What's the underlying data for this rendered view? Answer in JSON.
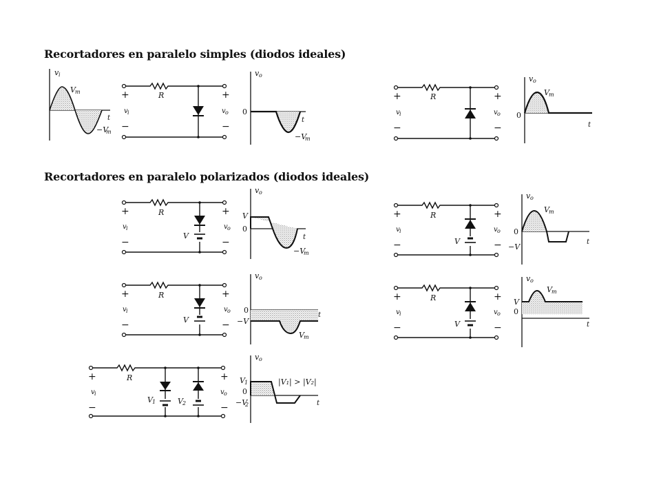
{
  "headings": {
    "simple": "Recortadores en paralelo simples (diodos ideales)",
    "biased": "Recortadores en paralelo polarizados (diodos ideales)"
  },
  "circuit_labels": {
    "resistor": "R",
    "input": "v",
    "input_sub": "i",
    "output": "v",
    "output_sub": "o",
    "plus": "+",
    "minus": "−",
    "battery": "V",
    "battery1": "V",
    "battery1_sub": "1",
    "battery2": "V",
    "battery2_sub": "2"
  },
  "graph_labels": {
    "vi": "v",
    "vi_sub": "i",
    "vo": "v",
    "vo_sub": "o",
    "t": "t",
    "zero": "0",
    "Vm": "V",
    "Vm_sub": "m",
    "minus_Vm": "−V",
    "V": "V",
    "minus_V": "−V",
    "V1": "V",
    "V1_sub": "1",
    "minus_V2": "−V",
    "V2_sub": "2",
    "condition": "|V₁| > |V₂|"
  },
  "colors": {
    "ink": "#111111",
    "fill_dots": "#8a8a8a",
    "paper": "#ffffff"
  }
}
